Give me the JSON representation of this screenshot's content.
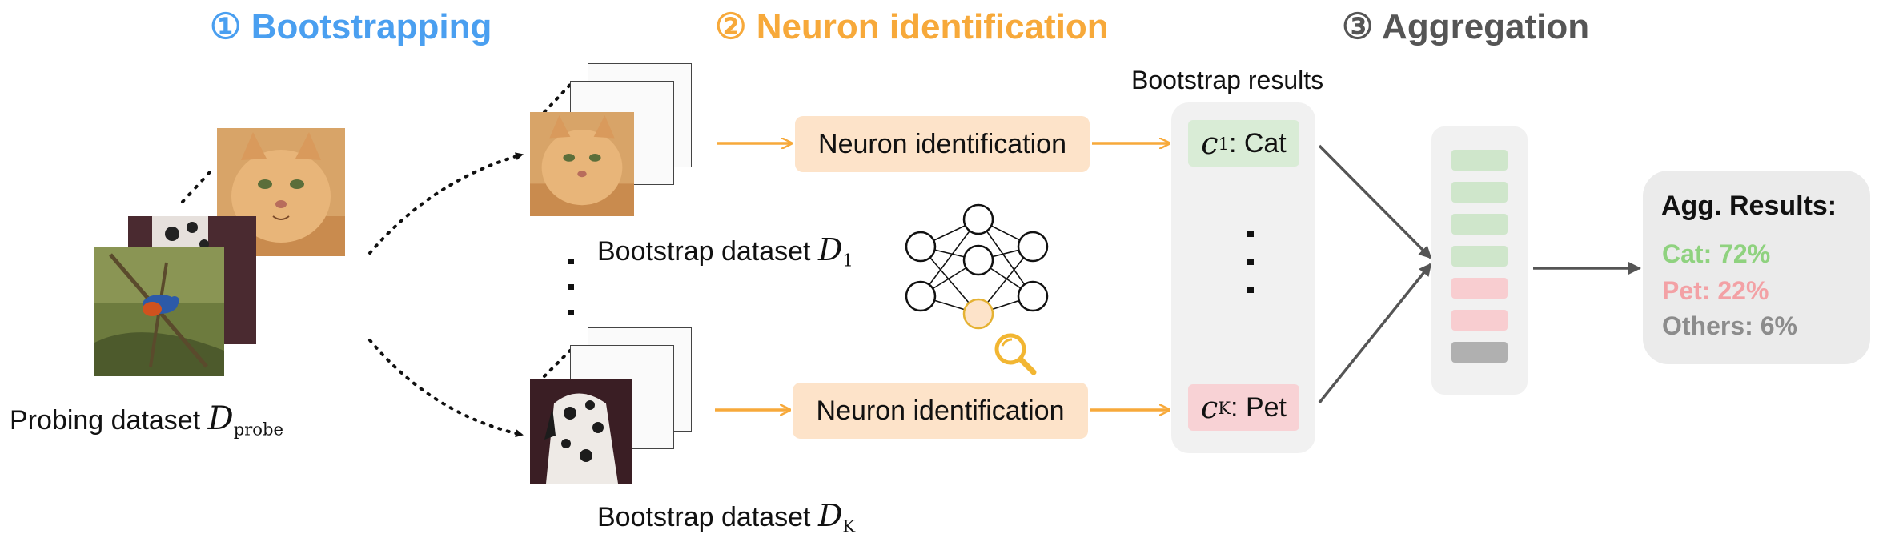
{
  "stages": [
    {
      "number": "①",
      "title": "Bootstrapping",
      "color": "#4a9ff0"
    },
    {
      "number": "②",
      "title": "Neuron identification",
      "color": "#f7a93a"
    },
    {
      "number": "③",
      "title": "Aggregation",
      "color": "#555555"
    }
  ],
  "probing": {
    "text": "Probing dataset ",
    "symbol": "D",
    "subscript": "probe"
  },
  "bootstrap_top": {
    "text": "Bootstrap dataset ",
    "symbol": "D",
    "subscript": "1"
  },
  "bootstrap_bottom": {
    "text": "Bootstrap dataset ",
    "symbol": "D",
    "subscript": "K"
  },
  "neuron_box_top": "Neuron identification",
  "neuron_box_bottom": "Neuron identification",
  "bootstrap_results_title": "Bootstrap results",
  "result_top": {
    "symbol": "c",
    "subscript": "1",
    "text": ": Cat",
    "color": "#d9ecd6"
  },
  "result_bottom": {
    "symbol": "c",
    "subscript": "K",
    "text": ": Pet",
    "color": "#f8d2d5"
  },
  "vote_bars": [
    "cat",
    "cat",
    "cat",
    "cat",
    "pet",
    "pet",
    "other"
  ],
  "vote_colors": {
    "cat": "#cfe6cb",
    "pet": "#f8cdd0",
    "other": "#b0b0b0"
  },
  "agg": {
    "title": "Agg. Results:",
    "items": [
      {
        "text": "Cat: 72%",
        "color": "#8fd27f"
      },
      {
        "text": "Pet: 22%",
        "color": "#f3a1a5"
      },
      {
        "text": "Others: 6%",
        "color": "#8c8c8c"
      }
    ]
  },
  "icons": [
    "neural-network-icon",
    "magnifier-icon"
  ]
}
